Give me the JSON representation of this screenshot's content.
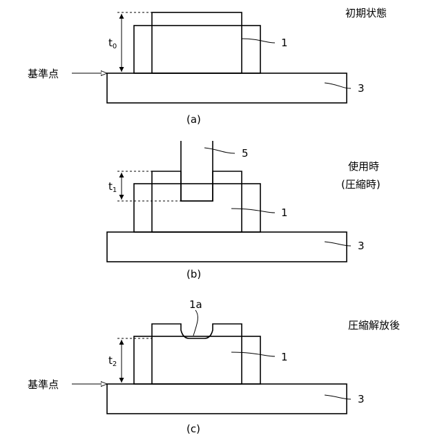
{
  "panel_a": {
    "state": "初期状態",
    "reference": "基準点",
    "thickness": "t",
    "thickness_sub": "0",
    "label_member": "1",
    "label_base": "3",
    "caption": "(a)"
  },
  "panel_b": {
    "state_line1": "使用時",
    "state_line2": "(圧縮時)",
    "thickness": "t",
    "thickness_sub": "1",
    "label_indenter": "5",
    "label_member": "1",
    "label_base": "3",
    "caption": "(b)"
  },
  "panel_c": {
    "state": "圧縮解放後",
    "reference": "基準点",
    "thickness": "t",
    "thickness_sub": "2",
    "label_recess": "1a",
    "label_member": "1",
    "label_base": "3",
    "caption": "(c)"
  }
}
